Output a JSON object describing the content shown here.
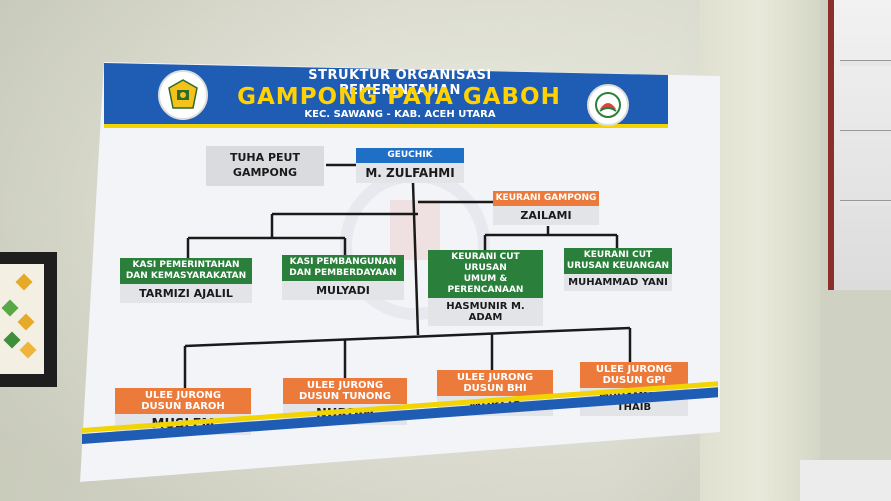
{
  "board": {
    "title_line1": "STRUKTUR ORGANISASI PEMERINTAHAN",
    "title_line2": "GAMPONG PAYA GABOH",
    "title_line3": "KEC. SAWANG - KAB. ACEH UTARA"
  },
  "tuha_peut": {
    "line1": "TUHA PEUT",
    "line2": "GAMPONG"
  },
  "geuchik": {
    "title": "GEUCHIK",
    "name": "M. ZULFAHMI"
  },
  "keurani_gampong": {
    "title": "KEURANI GAMPONG",
    "name": "ZAILAMI"
  },
  "kasi": [
    {
      "title_line1": "KASI PEMERINTAHAN",
      "title_line2": "DAN KEMASYARAKATAN",
      "name": "TARMIZI AJALIL"
    },
    {
      "title_line1": "KASI PEMBANGUNAN",
      "title_line2": "DAN PEMBERDAYAAN",
      "name": "MULYADI"
    }
  ],
  "keurani_cut": [
    {
      "title_line1": "KEURANI CUT URUSAN",
      "title_line2": "UMUM & PERENCANAAN",
      "name": "HASMUNIR M. ADAM"
    },
    {
      "title_line1": "KEURANI CUT",
      "title_line2": "URUSAN KEUANGAN",
      "name": "MUHAMMAD YANI"
    }
  ],
  "ulee_jurong": [
    {
      "title_line1": "ULEE JURONG",
      "title_line2": "DUSUN BAROH",
      "name": "MUSLEM"
    },
    {
      "title_line1": "ULEE JURONG",
      "title_line2": "DUSUN TUNONG",
      "name": "NURDIN"
    },
    {
      "title_line1": "ULEE JURONG",
      "title_line2": "DUSUN BHI",
      "name": "MUKLIS"
    },
    {
      "title_line1": "ULEE JURONG",
      "title_line2": "DUSUN GPI",
      "name": "MUHAMMAD THAIB"
    }
  ],
  "colors": {
    "banner_blue": "#1f5cb4",
    "accent_yellow": "#f2d400",
    "header_blue": "#1f6fc6",
    "header_orange": "#ec7a3b",
    "header_green": "#2a7f3b"
  },
  "icons": {
    "left_logo": "aceh-utara-emblem-icon",
    "right_logo": "village-logo-icon"
  }
}
